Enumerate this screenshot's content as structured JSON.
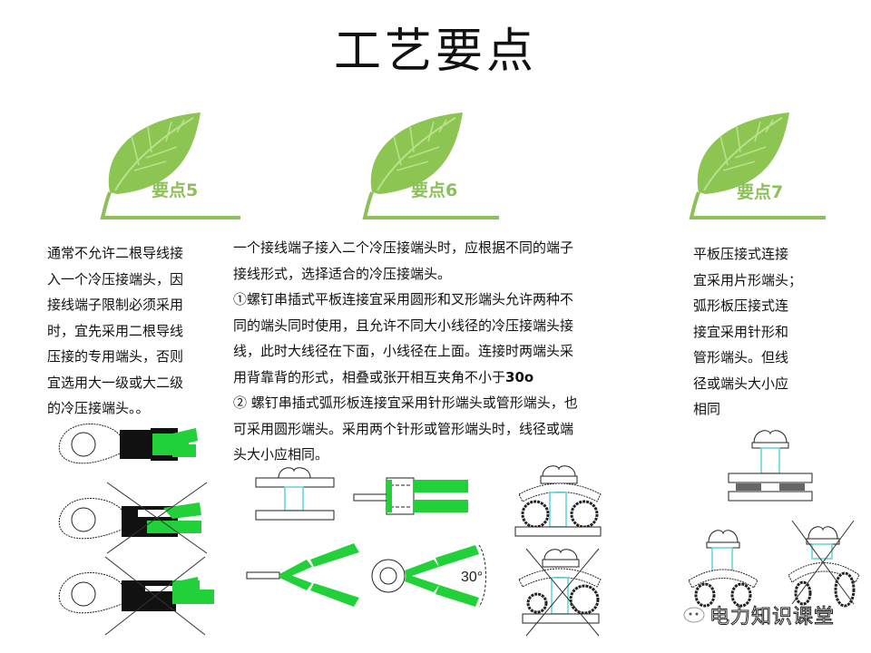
{
  "page": {
    "title": "工艺要点"
  },
  "sections": [
    {
      "badge": "要点5",
      "paragraphs": [
        "通常不允许二根导线接入一个冷压接端头，因接线端子限制必须采用时，宜先采用二根导线压接的专用端头，否则宜选用大一级或大二级的冷压接端头。。"
      ],
      "lines": [
        "通常不允许二根导线接",
        "入一个冷压接端头，因",
        "接线端子限制必须采用",
        "时，宜先采用二根导线",
        "压接的专用端头，否则",
        "宜选用大一级或大二级",
        "的冷压接端头。。"
      ],
      "figures": [
        {
          "name": "ring-terminal-two-wires-correct",
          "status": "correct"
        },
        {
          "name": "ring-terminal-two-wires-crossed-out",
          "status": "incorrect"
        },
        {
          "name": "ring-terminal-two-wires-crossed-out-2",
          "status": "incorrect"
        }
      ]
    },
    {
      "badge": "要点6",
      "lines": [
        "一个接线端子接入二个冷压接端头时，应根据不同的端子",
        "接线形式，选择适合的冷压接端头。",
        "①螺钉串插式平板连接宜采用圆形和叉形端头允许两种不",
        "同的端头同时使用，且允许不同大小线径的冷压接端头接",
        "线，此时大线径在下面，小线径在上面。连接时两端头采",
        "用背靠背的形式，相叠或张开相互夹角不小于",
        "② 螺钉串插式弧形板连接宜采用针形端头或管形端头，也",
        "可采用圆形端头。采用两个针形或管形端头时，线径或端",
        "头大小应相同。"
      ],
      "angle_value": "30o",
      "figure_angle_label": "30°",
      "figures": [
        {
          "name": "flat-plate-screw-connection",
          "status": "correct"
        },
        {
          "name": "pin-terminal-two-wires",
          "status": "correct"
        },
        {
          "name": "pin-terminals-back-to-back",
          "status": "correct"
        },
        {
          "name": "ring-terminals-30-degree",
          "status": "correct"
        },
        {
          "name": "arc-plate-equal-terminals",
          "status": "correct"
        },
        {
          "name": "arc-plate-unequal-terminals-crossed-out",
          "status": "incorrect"
        }
      ]
    },
    {
      "badge": "要点7",
      "lines": [
        "平板压接式连接",
        "宜采用片形端头；",
        "弧形板压接式连",
        "接宜采用针形和",
        "管形端头。但线",
        "径或端头大小应",
        "相同"
      ],
      "figures": [
        {
          "name": "flat-plate-tab-terminals",
          "status": "correct"
        },
        {
          "name": "arc-plate-pin-terminals",
          "status": "correct"
        },
        {
          "name": "arc-plate-unequal-crossed-out",
          "status": "incorrect"
        }
      ]
    }
  ],
  "watermark": {
    "icon": "wechat-icon",
    "text": "电力知识课堂"
  },
  "colors": {
    "leaf_green": "#8dc05a",
    "leaf_light": "#a6d070",
    "wire_green": "#22d13a",
    "cyan_pin": "#5fd4d9",
    "text": "#111111"
  }
}
